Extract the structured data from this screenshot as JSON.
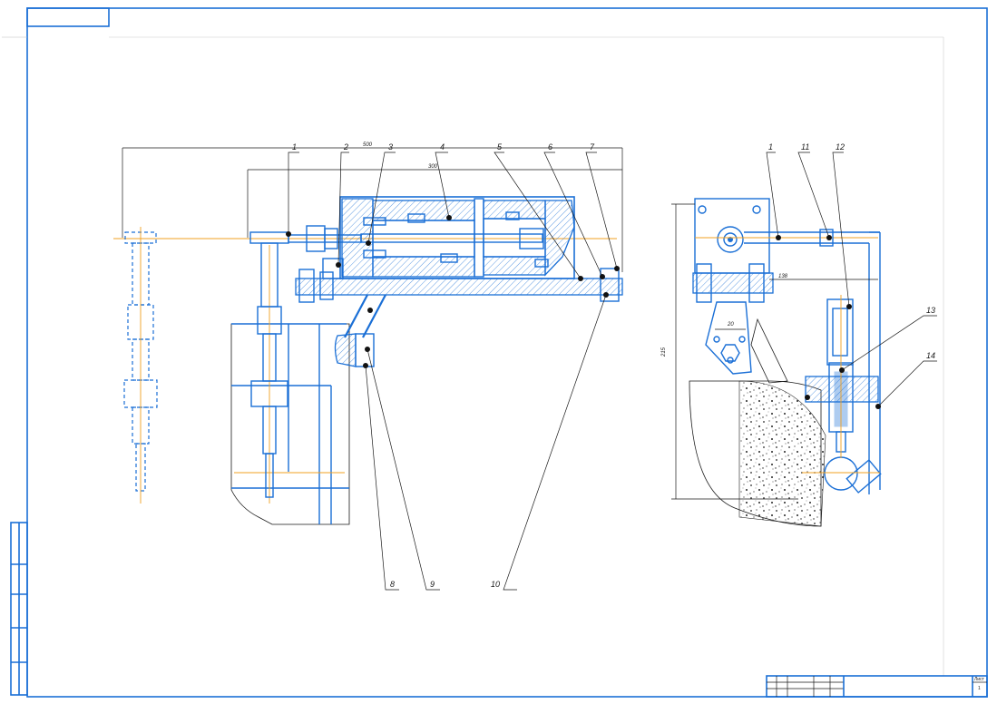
{
  "colors": {
    "outline": "#1a6fd6",
    "leader": "#1a1a1a",
    "axis": "#f0a020"
  },
  "callouts_left": [
    "1",
    "2",
    "3",
    "4",
    "5",
    "6",
    "7"
  ],
  "callouts_bottom": [
    "8",
    "9",
    "10"
  ],
  "callouts_right": [
    "1",
    "11",
    "12",
    "13",
    "14"
  ],
  "dimensions": {
    "d500": "500",
    "d300": "300",
    "d138": "138",
    "d215": "215",
    "d20": "20"
  },
  "title_block": {
    "sheet_label": "Лист",
    "sheet_no": "1"
  }
}
